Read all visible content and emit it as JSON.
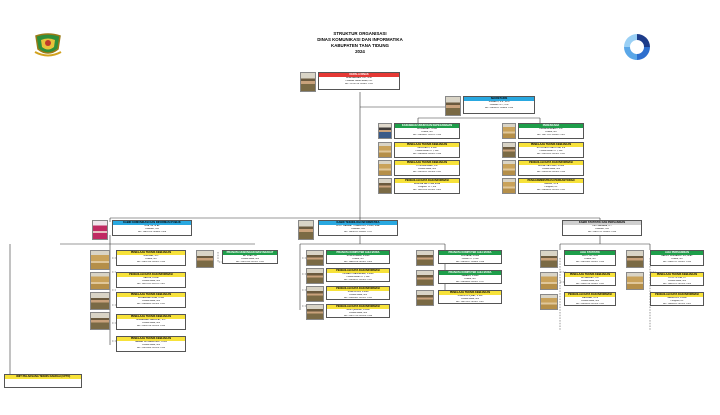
{
  "header": {
    "title_1": "STRUKTUR ORGANISASI",
    "title_2": "DINAS KOMUNIKASI DAN INFORMATIKA",
    "title_3": "KABUPATEN TANA TIDUNG",
    "year": "2024"
  },
  "logos": {
    "left": "shield-emblem-icon",
    "right": "kominfo-logo-icon"
  },
  "colors": {
    "head": "#e53935",
    "secretary": "#29a8e0",
    "field_head": "#29a8e0",
    "functional": "#f7e23a",
    "section_head": "#1e9e4a"
  },
  "kepala": {
    "title": "KEPALA DINAS",
    "name": "ALIA RAHMAN, S.E., M.M",
    "rank": "Pembina Utama Muda, IV/c",
    "nip": "NIP. 19700718 199301 1 001"
  },
  "sekretaris": {
    "title": "SEKRETARIS",
    "name": "SUNARDI, S.E., M.Si",
    "rank": "Pembina Tk. I, IV/b",
    "nip": "NIP. 19800412 200604 1 009"
  },
  "sec_left": [
    {
      "title": "KASUBBAG UMUM DAN KEPEGAWAIAN",
      "name": "RUSMAWATI, S.Sos",
      "rank": "Penata, III/c",
      "nip": "NIP. 19850601 200701 2 005"
    },
    {
      "title": "PENELAAH TEKNIS KEBIJAKAN",
      "name": "INDRIYANTI, S.Sos",
      "rank": "Penata Muda Tk. I, III/b",
      "nip": "NIP. 19890606 201001 2 004"
    },
    {
      "title": "PENELAAH TEKNIS KEBIJAKAN",
      "name": "FITRI ANDRIANI, S.E",
      "rank": "Penata Muda, III/a",
      "nip": "NIP. 19920412 201503 2 002"
    },
    {
      "title": "PENGOLAH DATA DAN INFORMASI",
      "name": "RENDRA SAPUTRA, A.Md",
      "rank": "Pengatur Tk. I, II/d",
      "nip": "NIP. 19901113 201403 1 003"
    }
  ],
  "sec_right": [
    {
      "title": "PERENCANA",
      "name": "ERIKA HIDAYANTI, S.E",
      "rank": "Penata, III/c",
      "nip": "NIP. 19871112 200902 2 001"
    },
    {
      "title": "PENELAAH TEKNIS KEBIJAKAN",
      "name": "ELVIS FAUZI SAPUTRA, S.E",
      "rank": "Penata Muda Tk. I, III/b",
      "nip": "NIP. 19910523 201502 1 001"
    },
    {
      "title": "PENGOLAH DATA DAN INFORMASI",
      "name": "NUR ALIYA UTAMI, S.Kom",
      "rank": "Penata Muda, III/a",
      "nip": "NIP. 19950230 201902 2 005"
    },
    {
      "title": "PENGADMINISTRASI PERKANTORAN",
      "name": "YASMIN, S.Pd",
      "rank": "Pengatur, II/c",
      "nip": "NIP. 19890815 202101 2 002"
    }
  ],
  "bidang_1": {
    "head": {
      "title": "KABID KOMUNIKASI DAN INFORMASI PUBLIK",
      "name": "NITA, SE, M.AP",
      "rank": "Pembina, IV/a",
      "nip": "NIP. 19820115 200604 2 008"
    },
    "left": [
      {
        "title": "PENELAAH TEKNIS KEBIJAKAN",
        "name": "NURSIAH, S.IP",
        "rank": "Penata, III/c",
        "nip": "NIP. 19821206 201001 2 003"
      },
      {
        "title": "PENGOLAH DATA DAN INFORMASI",
        "name": "SAKILA, S.Kom",
        "rank": "Penata Muda, III/a",
        "nip": "NIP. 19970111 202101 2 001"
      },
      {
        "title": "PENELAAH TEKNIS KEBIJAKAN",
        "name": "MUHAMMAD RIFAI, S.Sos",
        "rank": "Penata Muda, III/a",
        "nip": "NIP. 19880609 201503 1 001"
      },
      {
        "title": "PENELAAH TEKNIS KEBIJAKAN",
        "name": "MUHAMMAD FAHRIZAL, S.IP",
        "rank": "Penata Muda, III/a",
        "nip": "NIP. 19950728 202203 1 003"
      },
      {
        "title": "PENELAAH TEKNIS KEBIJAKAN",
        "name": "SARIAH NOVIANA DEWI, S.Sos",
        "rank": "Penata Muda, III/a",
        "nip": "NIP. 19920506 202203 2 005"
      }
    ],
    "right": {
      "title": "PRANATA HUBUNGAN MASYARAKAT",
      "name": "ALI FUAD, SE",
      "rank": "Penata Muda, III/a",
      "nip": "NIP. 19920709 202101 1 001"
    }
  },
  "bidang_2": {
    "head": {
      "title": "KABID TEKNOLOGI INFORMATIKA",
      "name": "DICKY RAHMAT TOHANUDIN, S.Kom, M.AP",
      "rank": "Pembina, IV/a",
      "nip": "NIP. 19830111 200604 1 012"
    },
    "left": [
      {
        "title": "PRANATA KOMPUTER AHLI MUDA",
        "name": "ROBI HUSAINI, S.Kom",
        "rank": "Penata, III/c",
        "nip": "NIP. 19881120 201001 1 003"
      },
      {
        "title": "PENGOLAH DATA DAN INFORMASI",
        "name": "DEWANTI HANDAYANI, S.Kom",
        "rank": "Penata Muda Tk. I, III/b",
        "nip": "NIP. 19930612 201902 2 001"
      },
      {
        "title": "PENGOLAH DATA DAN INFORMASI",
        "name": "SYAIFUDDIN, S.Kom",
        "rank": "Penata Muda, III/a",
        "nip": "NIP. 19960302 202101 1 002"
      },
      {
        "title": "PENGOLAH DATA DAN INFORMASI",
        "name": "Nurul Qamariah, S.Kom",
        "rank": "Penata Muda, III/a",
        "nip": "NIP. 19971210 202203 2 004"
      }
    ],
    "right": [
      {
        "title": "PRANATA KOMPUTER AHLI MUDA",
        "name": "SURYANA, S.Kom",
        "rank": "Penata Tk. I, III/d",
        "nip": "NIP. 19830417 200903 1 006"
      },
      {
        "title": "PRANATA KOMPUTER AHLI MUDA",
        "name": "SABANG, S.Kom",
        "rank": "Penata, III/c",
        "nip": "NIP. 19850605 201001 1 017"
      },
      {
        "title": "PENELAAH TEKNIS KEBIJAKAN",
        "name": "SYAFUDIN IQBAL, S.Sos",
        "rank": "Penata Muda, III/a",
        "nip": "NIP. 19921101 202001 1 007"
      }
    ]
  },
  "bidang_3": {
    "head": {
      "title": "KABID STATISTIK DAN PERSANDIAN",
      "name": "DEVI RAJABIA, S.T",
      "rank": "Pembina, IV/a",
      "nip": "NIP. 19810712 200502 2 004"
    },
    "left": {
      "head": {
        "title": "AHLI STATISTIK",
        "name": "RUDY, Ns., M.Si",
        "rank": "Penata, III/c",
        "nip": "NIP. 19820303 201001 1 005"
      },
      "items": [
        {
          "title": "PENELAAH TEKNIS KEBIJAKAN",
          "name": "AL MANZALI, S.E",
          "rank": "Penata Muda, III/a",
          "nip": "NIP. 19940718 202001 1 001"
        },
        {
          "title": "PENGOLAH DATA DAN INFORMASI",
          "name": "MASNIAH, S.Pd",
          "rank": "Penata Muda, III/a",
          "nip": "NIP. 19950420 202103 2 002"
        }
      ]
    },
    "right": {
      "head": {
        "title": "AHLI PERSANDIAN",
        "name": "BAKHTI FERNANDO SIP, M.AP",
        "rank": "Penata, III/c",
        "nip": "NIP. 19860721 201001 1 003"
      },
      "items": [
        {
          "title": "PENELAAH TEKNIS KEBIJAKAN",
          "name": "LUTFI OLIVIA, ST",
          "rank": "Penata Muda, III/a",
          "nip": "NIP. 19961121 202203 2 003"
        },
        {
          "title": "PENGOLAH DATA DAN INFORMASI",
          "name": "NASRUDIN, S.Kom",
          "rank": "Pengatur, II/c",
          "nip": "NIP. 19980511 202203 1 002"
        }
      ]
    }
  },
  "uptd": {
    "title": "UNIT PELAKSANA TEKNIS DAERAH (UPTD)"
  }
}
